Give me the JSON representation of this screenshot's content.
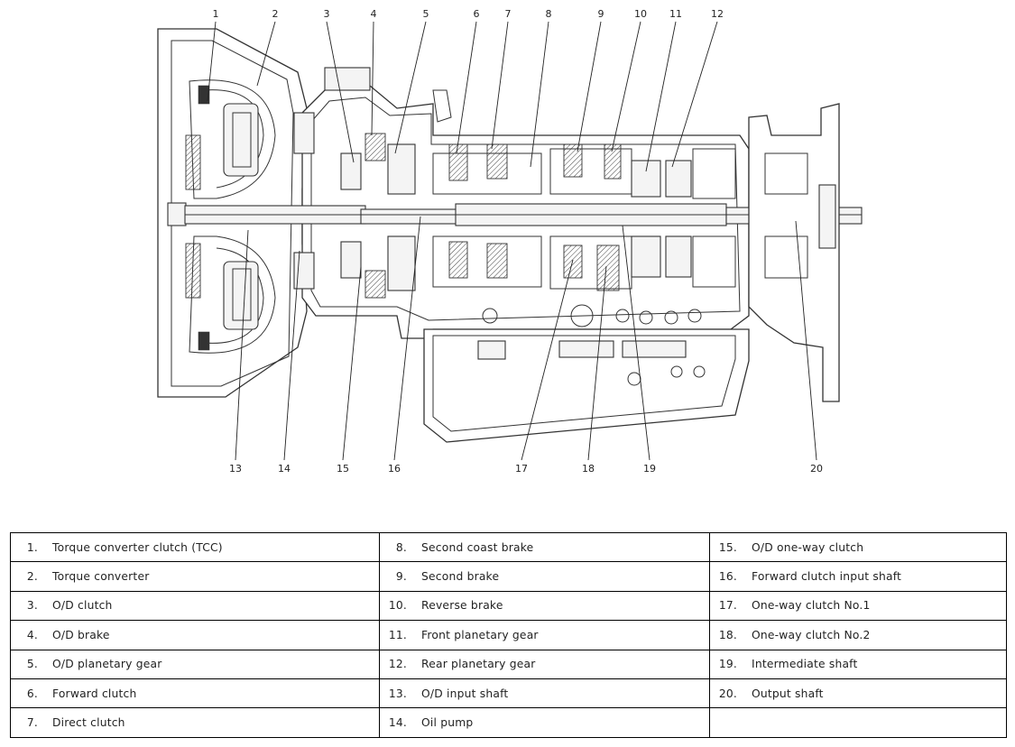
{
  "diagram": {
    "callouts_top": [
      "1",
      "2",
      "3",
      "4",
      "5",
      "6",
      "7",
      "8",
      "9",
      "10",
      "11",
      "12"
    ],
    "callouts_bottom": [
      "13",
      "14",
      "15",
      "16",
      "17",
      "18",
      "19",
      "20"
    ]
  },
  "legend": {
    "columns": [
      [
        {
          "num": "1.",
          "label": "Torque converter clutch (TCC)"
        },
        {
          "num": "2.",
          "label": "Torque converter"
        },
        {
          "num": "3.",
          "label": "O/D clutch"
        },
        {
          "num": "4.",
          "label": "O/D brake"
        },
        {
          "num": "5.",
          "label": "O/D planetary gear"
        },
        {
          "num": "6.",
          "label": "Forward clutch"
        },
        {
          "num": "7.",
          "label": "Direct clutch"
        }
      ],
      [
        {
          "num": "8.",
          "label": "Second coast brake"
        },
        {
          "num": "9.",
          "label": "Second brake"
        },
        {
          "num": "10.",
          "label": "Reverse brake"
        },
        {
          "num": "11.",
          "label": "Front planetary gear"
        },
        {
          "num": "12.",
          "label": "Rear planetary gear"
        },
        {
          "num": "13.",
          "label": "O/D input shaft"
        },
        {
          "num": "14.",
          "label": "Oil pump"
        }
      ],
      [
        {
          "num": "15.",
          "label": "O/D one-way clutch"
        },
        {
          "num": "16.",
          "label": "Forward clutch input shaft"
        },
        {
          "num": "17.",
          "label": "One-way clutch No.1"
        },
        {
          "num": "18.",
          "label": "One-way clutch No.2"
        },
        {
          "num": "19.",
          "label": "Intermediate shaft"
        },
        {
          "num": "20.",
          "label": "Output shaft"
        },
        {
          "num": "",
          "label": ""
        }
      ]
    ]
  }
}
